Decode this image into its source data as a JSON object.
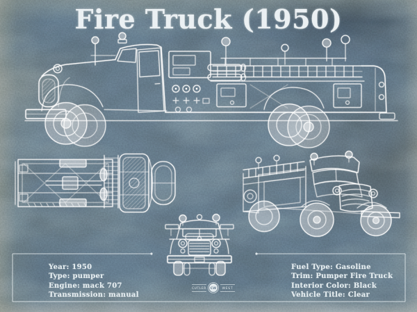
{
  "poster": {
    "title": "Fire Truck (1950)",
    "specs_left": [
      "Year: 1950",
      "Type: pumper",
      "Engine: mack 707",
      "Transmission: manual"
    ],
    "specs_right": [
      "Fuel Type: Gasoline",
      "Trim: Pumper Fire Truck",
      "Interior Color: Black",
      "Vehicle Title: Clear"
    ],
    "brand": {
      "left": "CUTLER",
      "monogram": "CW",
      "right": "WEST"
    },
    "colors": {
      "background": "#5c7284",
      "linework": "#ffffff",
      "text": "#e9eff2",
      "vignette": "#16222f"
    }
  }
}
